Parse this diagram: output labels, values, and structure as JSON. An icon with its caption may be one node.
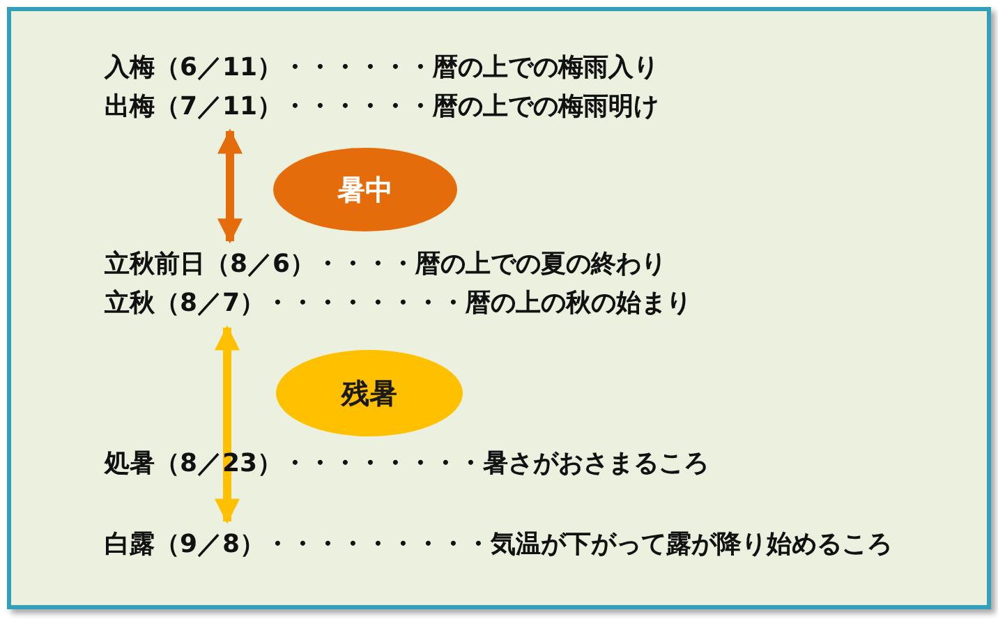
{
  "diagram": {
    "nodes": [
      {
        "text": [
          "入梅（6／11）・・・・・・暦の上での梅雨入り"
        ]
      },
      {
        "text": [
          "出梅（7／11）・・・・・・暦の上での梅雨明け"
        ]
      },
      {
        "text": [
          "立秋前日（8／6）・・・・暦の上での夏の終わり"
        ]
      },
      {
        "text": [
          "立秋（8／7）・・・・・・・・暦の上の秋の始まり"
        ]
      },
      {
        "text": [
          "処暑（8／23）・・・・・・・・暑さがおさまるころ"
        ]
      },
      {
        "text": [
          "白露（9／8）・・・・・・・・・気温が下がって露が降り始めるころ"
        ]
      },
      {
        "text": [
          "暑中"
        ]
      },
      {
        "text": [
          "残暑"
        ]
      }
    ],
    "edges": [
      {
        "from": 1,
        "to": 2,
        "arrow": "both",
        "color": "#e46c0a"
      },
      {
        "from": 3,
        "to": 5,
        "arrow": "both",
        "color": "#ffc000"
      }
    ]
  }
}
